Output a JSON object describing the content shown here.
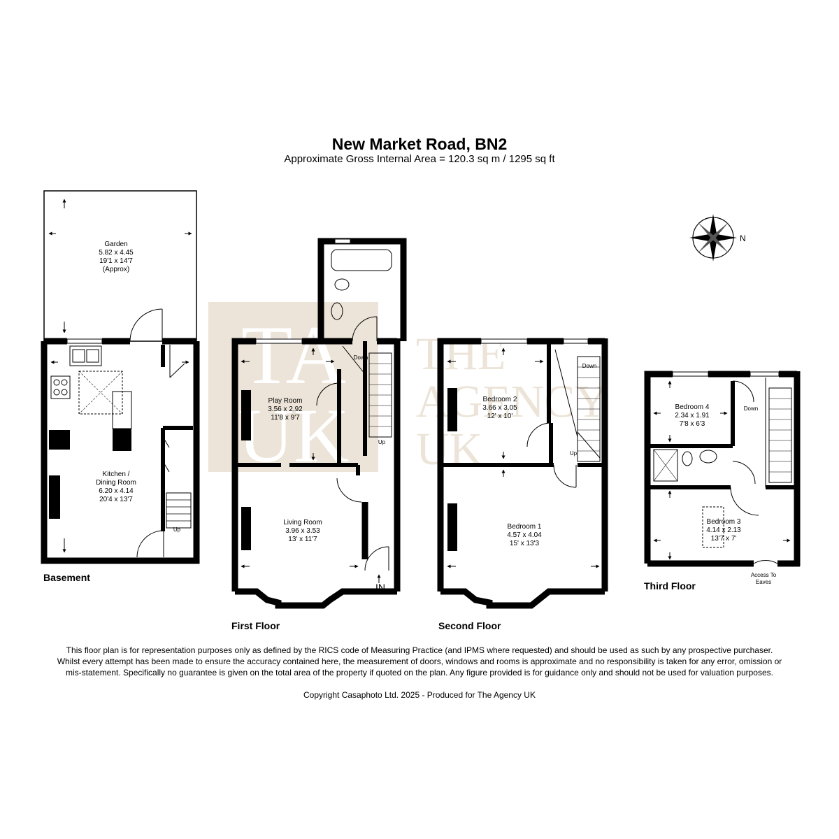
{
  "header": {
    "title": "New Market Road, BN2",
    "subtitle": "Approximate Gross Internal Area = 120.3 sq m / 1295 sq ft"
  },
  "watermark": {
    "monogram_top": "TA",
    "monogram_bottom": "UK",
    "line1": "THE",
    "line2": "AGENCY",
    "line3": "UK",
    "color": "#e8dfd2"
  },
  "compass": {
    "north_label": "N"
  },
  "floors": {
    "basement": {
      "label": "Basement",
      "rooms": {
        "garden": {
          "name": "Garden",
          "metric": "5.82 x 4.45",
          "imperial": "19'1 x 14'7",
          "note": "(Approx)"
        },
        "kitchen": {
          "name": "Kitchen /",
          "name2": "Dining Room",
          "metric": "6.20 x 4.14",
          "imperial": "20'4 x 13'7"
        }
      },
      "stairs_label": "Up"
    },
    "first": {
      "label": "First Floor",
      "rooms": {
        "play_room": {
          "name": "Play Room",
          "metric": "3.56 x 2.92",
          "imperial": "11'8 x 9'7"
        },
        "living_room": {
          "name": "Living Room",
          "metric": "3.96 x 3.53",
          "imperial": "13' x 11'7"
        }
      },
      "stairs_down": "Down",
      "stairs_up": "Up",
      "entrance": "IN"
    },
    "second": {
      "label": "Second Floor",
      "rooms": {
        "bedroom2": {
          "name": "Bedroom 2",
          "metric": "3.66 x 3.05",
          "imperial": "12' x 10'"
        },
        "bedroom1": {
          "name": "Bedroom 1",
          "metric": "4.57 x 4.04",
          "imperial": "15' x 13'3"
        }
      },
      "stairs_down": "Down",
      "stairs_up": "Up"
    },
    "third": {
      "label": "Third Floor",
      "rooms": {
        "bedroom4": {
          "name": "Bedroom 4",
          "metric": "2.34 x 1.91",
          "imperial": "7'8 x 6'3"
        },
        "bedroom3": {
          "name": "Bedroom 3",
          "metric": "4.14 x 2.13",
          "imperial": "13'7 x 7'"
        }
      },
      "stairs_down": "Down",
      "eaves1": "Access To",
      "eaves2": "Eaves"
    }
  },
  "footer": {
    "disclaimer": "This floor plan is for representation purposes only as defined by the RICS code of Measuring Practice (and IPMS where requested) and should be used as such by any prospective purchaser. Whilst every attempt has been made to ensure the accuracy contained here, the measurement of doors, windows and rooms is approximate and no responsibility is taken for any error, omission or mis-statement. Specifically no guarantee is given on the total area of the property if quoted on the plan. Any figure provided is for guidance only and should not be used for valuation purposes.",
    "copyright": "Copyright Casaphoto Ltd. 2025 - Produced for The Agency UK"
  }
}
